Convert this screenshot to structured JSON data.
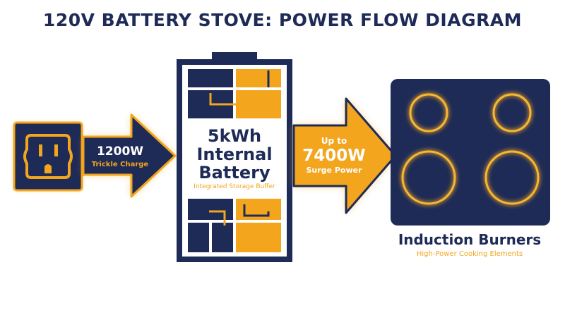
{
  "title": "120V BATTERY STOVE: POWER FLOW DIAGRAM",
  "outlet": {
    "icon": "electrical-outlet-icon"
  },
  "input_arrow": {
    "power": "1200W",
    "label": "Trickle Charge"
  },
  "battery": {
    "line1": "5kWh",
    "line2": "Internal",
    "line3": "Battery",
    "subtitle": "Integrated Storage Buffer"
  },
  "output_arrow": {
    "prefix": "Up to",
    "power": "7400W",
    "label": "Surge Power"
  },
  "cooktop": {
    "title": "Induction Burners",
    "subtitle": "High-Power Cooking Elements",
    "burner_count": 4
  },
  "colors": {
    "navy": "#1e2b57",
    "orange": "#f2a51d",
    "white": "#ffffff"
  }
}
